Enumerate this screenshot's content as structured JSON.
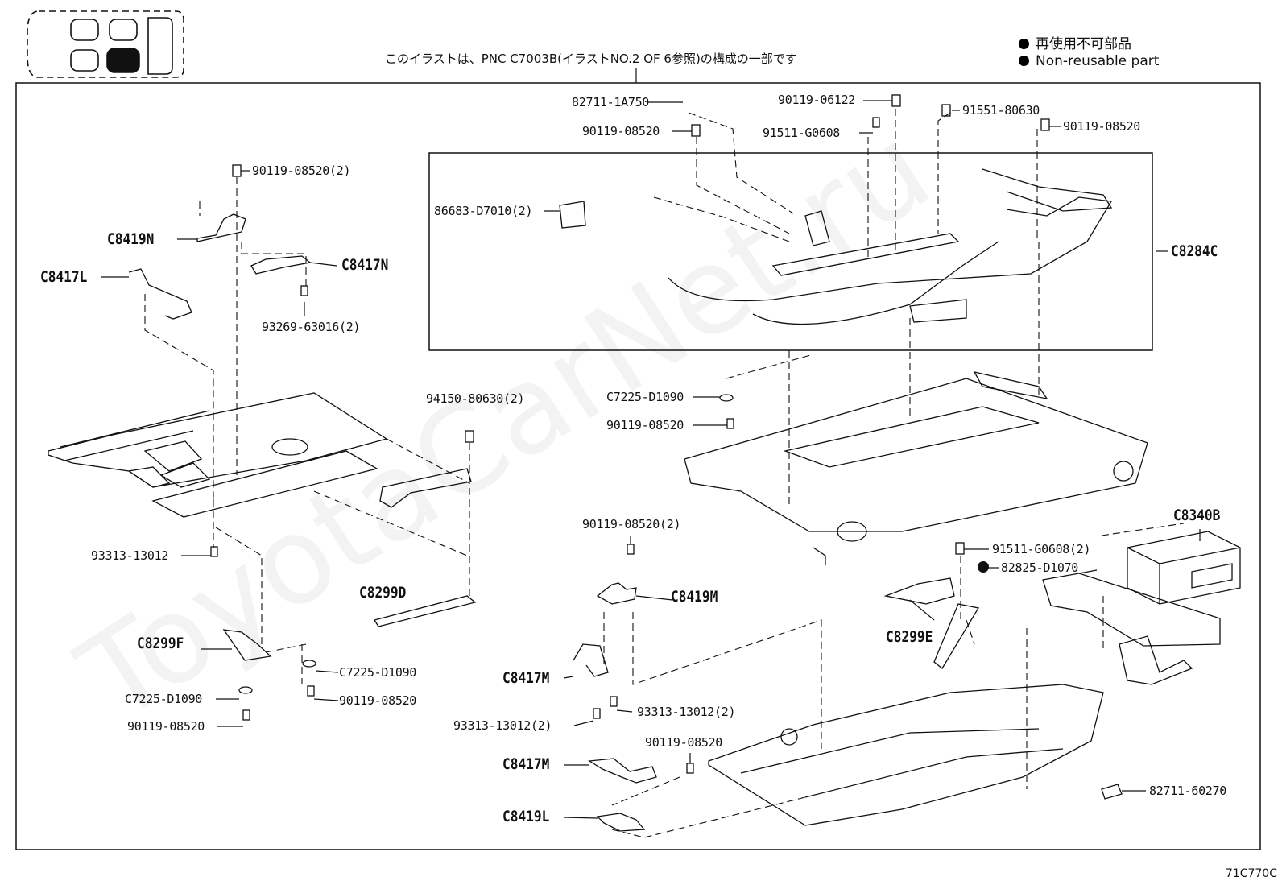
{
  "header": {
    "note": "このイラストは、PNC C7003B(イラストNO.2 OF 6参照)の構成の一部です",
    "legend_jp": "再使用不可部品",
    "legend_en": "Non-reusable part"
  },
  "watermark": "ToyotaCarNet.ru",
  "diagram_code": "71C770C",
  "labels": {
    "p82711_1a750": "82711-1A750",
    "p90119_06122": "90119-06122",
    "p91551_80630": "91551-80630",
    "p90119_08520_a": "90119-08520",
    "p91511_g0608": "91511-G0608",
    "p90119_08520_b": "90119-08520",
    "p90119_08520_2a": "90119-08520(2)",
    "p86683_d7010": "86683-D7010(2)",
    "p93269_63016": "93269-63016(2)",
    "p94150_80630": "94150-80630(2)",
    "p93313_13012": "93313-13012",
    "p7225_d1090_a": "C7225-D1090",
    "p90119_08520_c": "90119-08520",
    "p90119_08520_2b": "90119-08520(2)",
    "p91511_g0608_2": "91511-G0608(2)",
    "p82825_d1070": "82825-D1070",
    "p7225_d1090_b": "C7225-D1090",
    "p90119_08520_d": "90119-08520",
    "p7225_d1090_c": "C7225-D1090",
    "p90119_08520_e": "90119-08520",
    "p93313_13012_2a": "93313-13012(2)",
    "p93313_13012_2b": "93313-13012(2)",
    "p90119_08520_f": "90119-08520",
    "p82711_60270": "82711-60270"
  },
  "groups": {
    "c8419n": "C8419N",
    "c8417l": "C8417L",
    "c8417n": "C8417N",
    "c8284c": "C8284C",
    "c8340b": "C8340B",
    "c8299d": "C8299D",
    "c8419m": "C8419M",
    "c8299e": "C8299E",
    "c8299f": "C8299F",
    "c8417m_a": "C8417M",
    "c8417m_b": "C8417M",
    "c8419l": "C8419L"
  }
}
